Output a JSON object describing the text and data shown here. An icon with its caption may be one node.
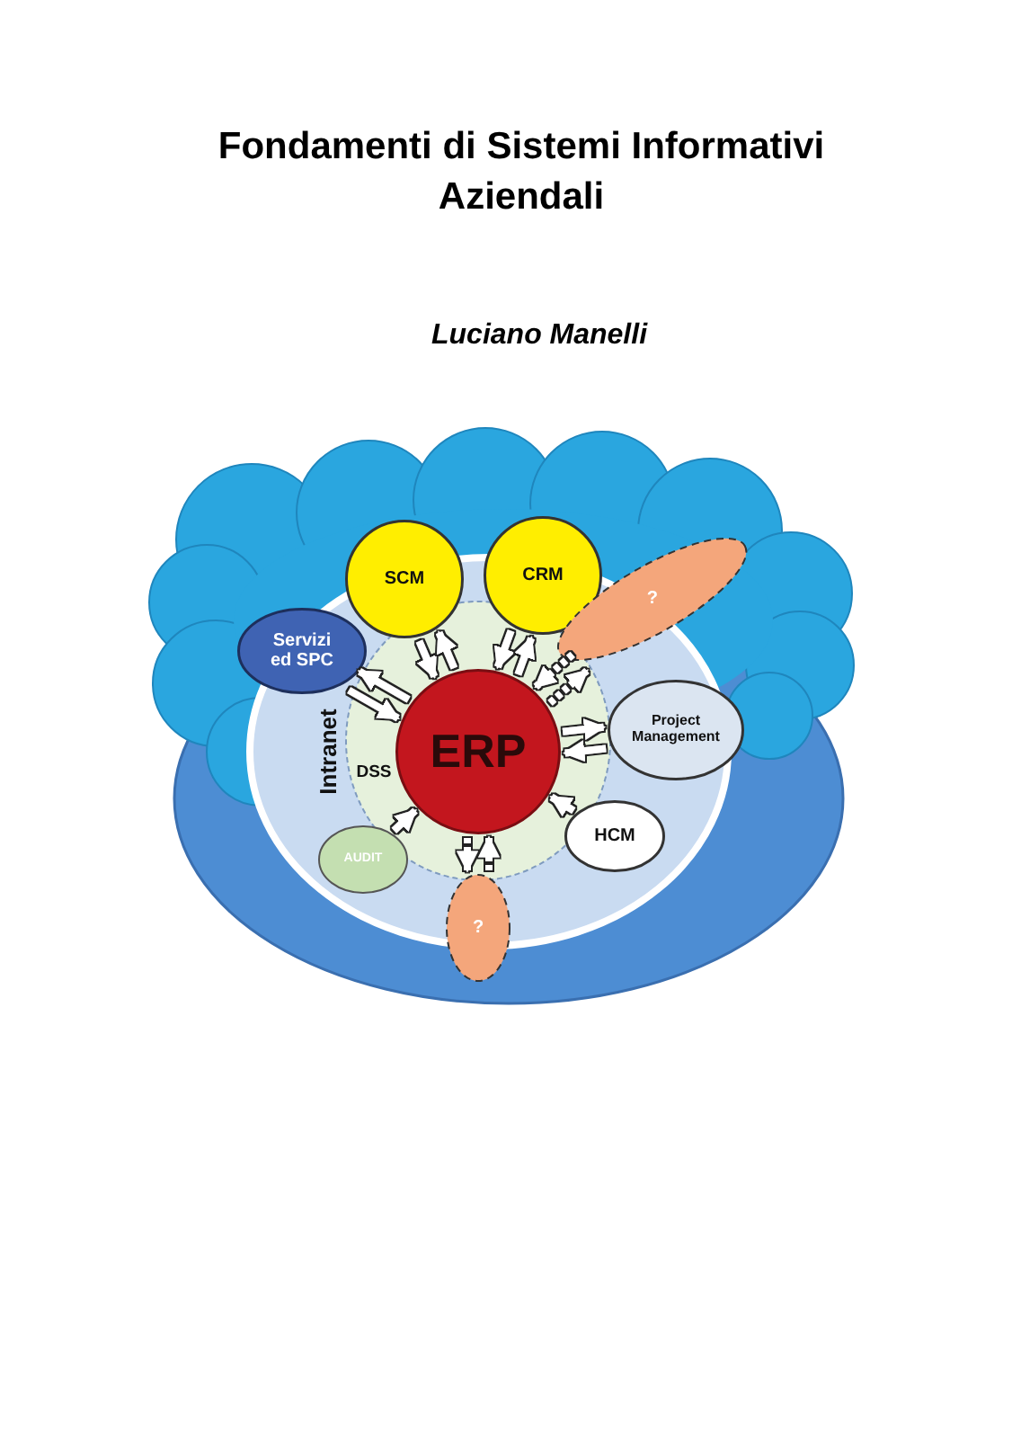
{
  "diagram": {
    "title": "Fondamenti di Sistemi Informativi Aziendali",
    "nodes": [
      {
        "text": [
          "Intranet"
        ]
      },
      {
        "text": [
          "DSS"
        ],
        "in": 0
      },
      {
        "text": [
          "ERP"
        ],
        "in": 1
      },
      {
        "text": [
          "SCM"
        ]
      },
      {
        "text": [
          "CRM"
        ]
      },
      {
        "text": [
          "?"
        ]
      },
      {
        "text": [
          "Servizi ed SPC"
        ]
      },
      {
        "text": [
          "Project Management"
        ]
      },
      {
        "text": [
          "HCM"
        ],
        "in": 0
      },
      {
        "text": [
          "AUDIT"
        ],
        "in": 0
      },
      {
        "text": [
          "?"
        ]
      }
    ],
    "edges": [
      {
        "from": 3,
        "to": 2,
        "arrow": "to"
      },
      {
        "from": 2,
        "to": 3,
        "arrow": "to"
      },
      {
        "from": 4,
        "to": 2,
        "arrow": "to"
      },
      {
        "from": 2,
        "to": 4,
        "arrow": "to"
      },
      {
        "from": 5,
        "to": 2,
        "arrow": "to",
        "style": "dashed"
      },
      {
        "from": 2,
        "to": 5,
        "arrow": "to",
        "style": "dashed"
      },
      {
        "from": 6,
        "to": 2,
        "arrow": "to"
      },
      {
        "from": 2,
        "to": 6,
        "arrow": "to"
      },
      {
        "from": 2,
        "to": 7,
        "arrow": "to"
      },
      {
        "from": 7,
        "to": 2,
        "arrow": "to"
      },
      {
        "from": 8,
        "to": 2,
        "arrow": "to"
      },
      {
        "from": 9,
        "to": 2,
        "arrow": "to"
      },
      {
        "from": 10,
        "to": 2,
        "arrow": "to",
        "style": "dashed"
      },
      {
        "from": 2,
        "to": 10,
        "arrow": "to",
        "style": "dashed"
      }
    ],
    "labels": [
      "Luciano Manelli"
    ]
  }
}
